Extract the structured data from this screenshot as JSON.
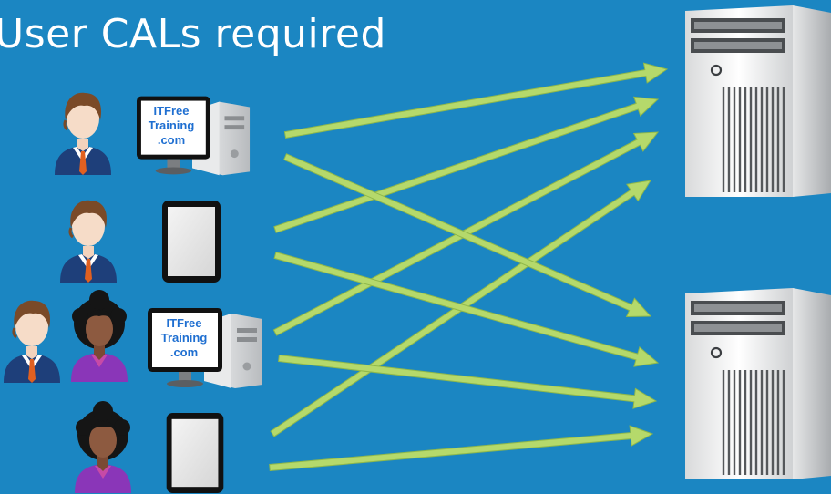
{
  "slide": {
    "title": "User CALs required",
    "colors": {
      "background": "#1b86c2",
      "arrow": "#b5d96b",
      "arrow_edge": "#8fb84a"
    }
  },
  "devices": {
    "desktop_logo_line1": "ITFree",
    "desktop_logo_line2": "Training",
    "desktop_logo_line3": ".com"
  },
  "icons": {
    "user_male": "businessman-icon",
    "user_female": "businesswoman-icon",
    "desktop": "desktop-computer-icon",
    "tablet": "tablet-icon",
    "server": "server-tower-icon"
  }
}
